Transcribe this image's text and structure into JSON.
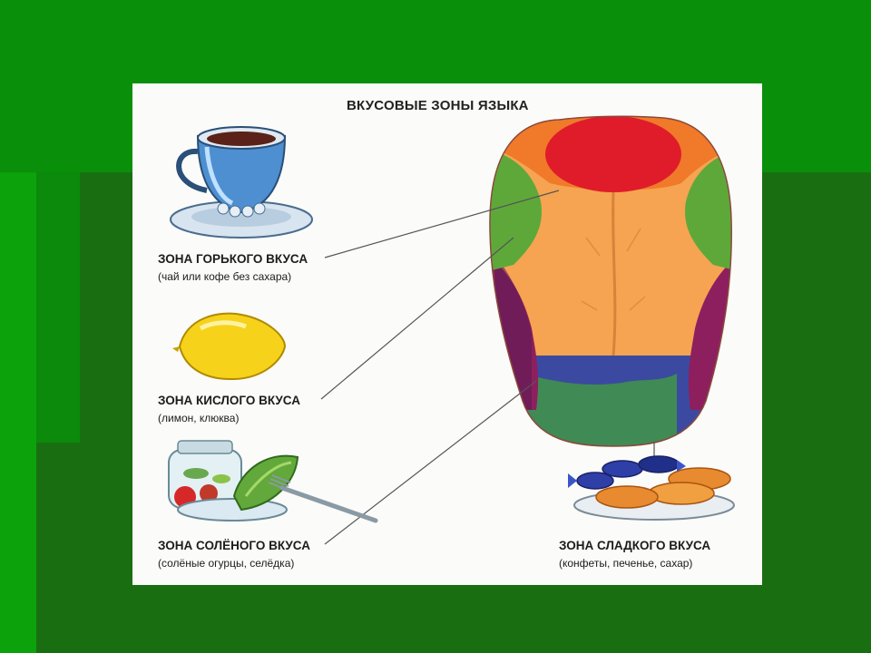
{
  "diagram": {
    "title": "ВКУСОВЫЕ ЗОНЫ ЯЗЫКА",
    "zones": [
      {
        "id": "bitter",
        "title": "ЗОНА ГОРЬКОГО ВКУСА",
        "examples": "(чай или кофе без сахара)",
        "icon": "tea-cup-icon",
        "color": "#7cb342"
      },
      {
        "id": "sour",
        "title": "ЗОНА КИСЛОГО ВКУСА",
        "examples": "(лимон, клюква)",
        "icon": "lemon-icon",
        "color": "#f2c400"
      },
      {
        "id": "salty",
        "title": "ЗОНА СОЛЁНОГО ВКУСА",
        "examples": "(солёные огурцы, селёдка)",
        "icon": "pickle-jar-icon",
        "color": "#c2185b"
      },
      {
        "id": "sweet",
        "title": "ЗОНА СЛАДКОГО ВКУСА",
        "examples": "(конфеты, печенье, сахар)",
        "icon": "sweets-plate-icon",
        "color": "#2e3fa8"
      }
    ],
    "tongue_colors": {
      "tip": "#e01c2a",
      "tip_dots": "#f07a2a",
      "center": "#f6a451",
      "bitter_sides": "#5ea83a",
      "salty_sides": "#8e1f5e",
      "sweet_back": "#3b4aa0",
      "sweet_back_green": "#3f8a55"
    }
  }
}
